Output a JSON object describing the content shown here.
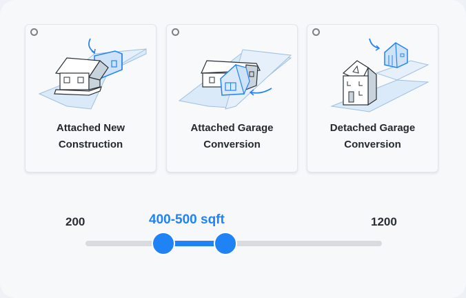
{
  "options": [
    {
      "label_line1": "Attached New",
      "label_line2": "Construction",
      "selected": false,
      "icon": "attached-new-construction-house-illustration"
    },
    {
      "label_line1": "Attached Garage",
      "label_line2": "Conversion",
      "selected": false,
      "icon": "attached-garage-conversion-house-illustration"
    },
    {
      "label_line1": "Detached Garage",
      "label_line2": "Conversion",
      "selected": false,
      "icon": "detached-garage-conversion-house-illustration"
    }
  ],
  "size_slider": {
    "min_label": "200",
    "max_label": "1200",
    "value_label": "400-500 sqft",
    "min": 200,
    "max": 1200,
    "low": 400,
    "high": 500,
    "unit": "sqft"
  },
  "colors": {
    "accent": "#1f82f5",
    "track": "#d9dbde",
    "text": "#24292e",
    "radio": "#7d7f83"
  }
}
